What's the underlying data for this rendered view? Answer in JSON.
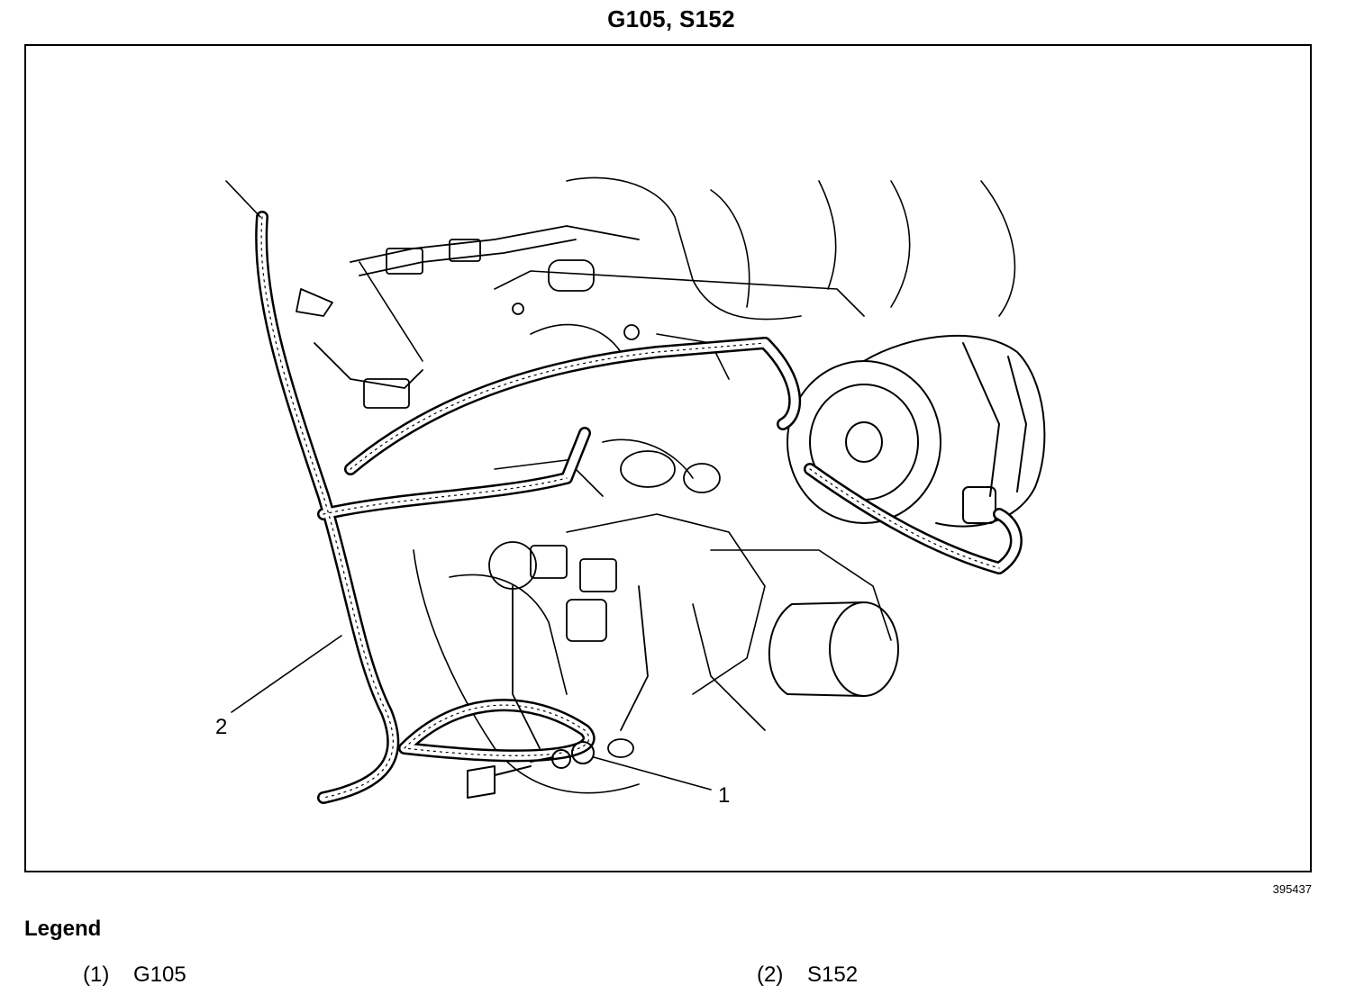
{
  "title": "G105, S152",
  "figure_id": "395437",
  "callouts": [
    {
      "label": "1"
    },
    {
      "label": "2"
    }
  ],
  "legend": {
    "heading": "Legend",
    "items": [
      {
        "number": "(1)",
        "text": "G105"
      },
      {
        "number": "(2)",
        "text": "S152"
      }
    ]
  }
}
